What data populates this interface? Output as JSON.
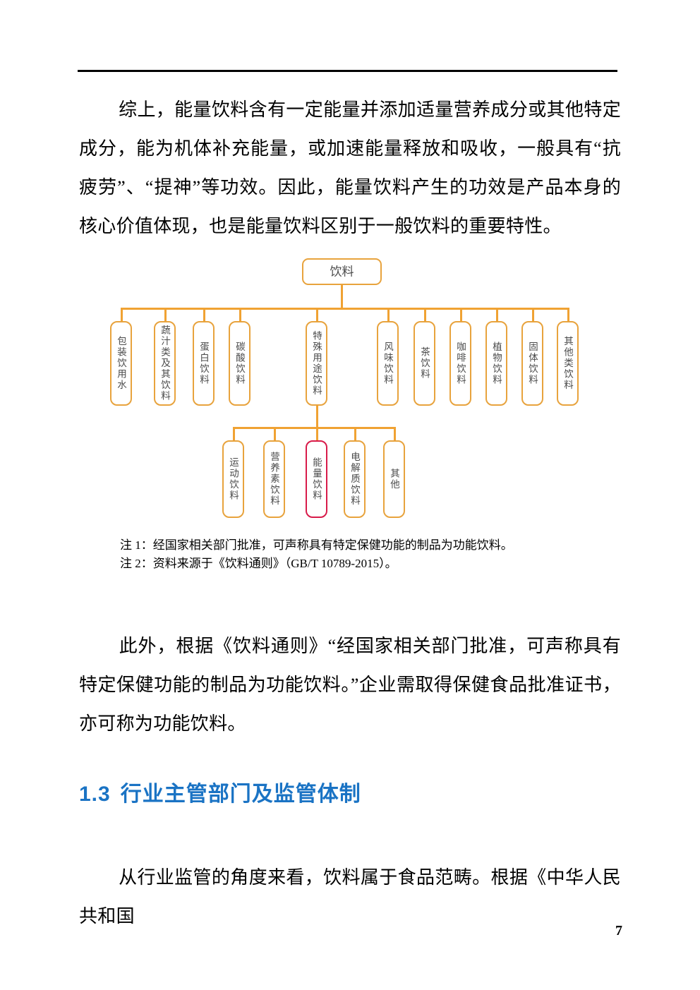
{
  "page": {
    "number": "7"
  },
  "paragraphs": {
    "p1": "综上，能量饮料含有一定能量并添加适量营养成分或其他特定成分，能为机体补充能量，或加速能量释放和吸收，一般具有“抗疲劳”、“提神”等功效。因此，能量饮料产生的功效是产品本身的核心价值体现，也是能量饮料区别于一般饮料的重要特性。",
    "p2": "此外，根据《饮料通则》“经国家相关部门批准，可声称具有特定保健功能的制品为功能饮料。”企业需取得保健食品批准证书，亦可称为功能饮料。",
    "p3": "从行业监管的角度来看，饮料属于食品范畴。根据《中华人民共和国"
  },
  "heading": {
    "number": "1.3",
    "title": "行业主管部门及监管体制",
    "color": "#1a73c4"
  },
  "diagram": {
    "colors": {
      "box_border": "#E8A33D",
      "connector": "#F0A233",
      "highlight_border": "#D81B4A",
      "label_text": "#4a4a4a"
    },
    "root": {
      "label": "饮料"
    },
    "level1": [
      {
        "label": "包装饮用水"
      },
      {
        "label": "蔬汁类及其饮料"
      },
      {
        "label": "蛋白饮料"
      },
      {
        "label": "碳酸饮料"
      },
      {
        "label": "特殊用途饮料"
      },
      {
        "label": "风味饮料"
      },
      {
        "label": "茶饮料"
      },
      {
        "label": "咖啡饮料"
      },
      {
        "label": "植物饮料"
      },
      {
        "label": "固体饮料"
      },
      {
        "label": "其他类饮料"
      }
    ],
    "level2": [
      {
        "label": "运动饮料",
        "highlight": false
      },
      {
        "label": "营养素饮料",
        "highlight": false
      },
      {
        "label": "能量饮料",
        "highlight": true
      },
      {
        "label": "电解质饮料",
        "highlight": false
      },
      {
        "label": "其他",
        "highlight": false
      }
    ]
  },
  "notes": {
    "note1": "注 1：经国家相关部门批准，可声称具有特定保健功能的制品为功能饮料。",
    "note2": "注 2：资料来源于《饮料通则》（GB/T 10789-2015）。"
  }
}
